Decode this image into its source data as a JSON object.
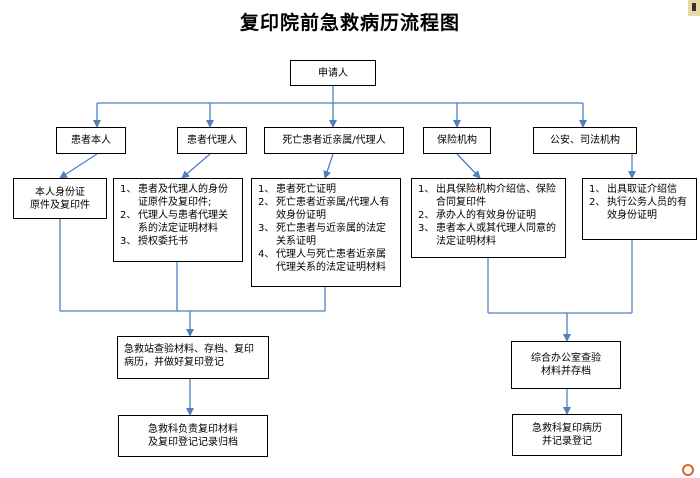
{
  "title": "复印院前急救病历流程图",
  "nodes": {
    "applicant": "申请人",
    "patient_self": "患者本人",
    "patient_agent": "患者代理人",
    "deceased_relative": "死亡患者近亲属/代理人",
    "insurer": "保险机构",
    "police_judicial": "公安、司法机构",
    "self_docs": "本人身份证\n原件及复印件",
    "agent_docs": [
      {
        "num": "1、",
        "text": "患者及代理人的身份证原件及复印件;"
      },
      {
        "num": "2、",
        "text": "代理人与患者代理关系的法定证明材料"
      },
      {
        "num": "3、",
        "text": "授权委托书"
      }
    ],
    "deceased_docs": [
      {
        "num": "1、",
        "text": "患者死亡证明"
      },
      {
        "num": "2、",
        "text": "死亡患者近亲属/代理人有效身份证明"
      },
      {
        "num": "3、",
        "text": "死亡患者与近亲属的法定关系证明"
      },
      {
        "num": "4、",
        "text": "代理人与死亡患者近亲属代理关系的法定证明材料"
      }
    ],
    "insurer_docs": [
      {
        "num": "1、",
        "text": "出具保险机构介绍信、保险合同复印件"
      },
      {
        "num": "2、",
        "text": "承办人的有效身份证明"
      },
      {
        "num": "3、",
        "text": "患者本人或其代理人同意的法定证明材料"
      }
    ],
    "police_docs": [
      {
        "num": "1、",
        "text": "出具取证介绍信"
      },
      {
        "num": "2、",
        "text": "执行公务人员的有效身份证明"
      }
    ],
    "station_check": "急救站查验材料、存档、复印病历，并做好复印登记",
    "dept_archive": "急救科负责复印材料\n及复印登记记录归档",
    "office_check": "综合办公室查验\n材料并存档",
    "dept_copy": "急救科复印病历\n并记录登记"
  },
  "colors": {
    "connector": "#4f81bd",
    "border": "#000000"
  }
}
